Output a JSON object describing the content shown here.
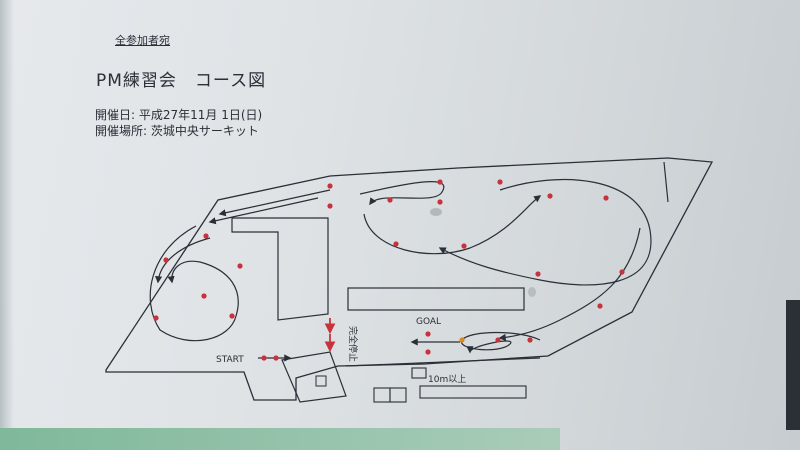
{
  "header": {
    "addressee": "全参加者宛",
    "title": "PM練習会　コース図",
    "date_line": "開催日: 平成27年11月 1日(日)",
    "venue_line": "開催場所: 茨城中央サーキット"
  },
  "map": {
    "start_label": "START",
    "goal_label": "GOAL",
    "stop_label": "完全停止",
    "distance_label": "10m以上"
  },
  "colors": {
    "ink": "#2a2f38",
    "cone_red": "#c8323c",
    "cone_orange": "#d98a1e",
    "paper": "#e3e6e9"
  }
}
